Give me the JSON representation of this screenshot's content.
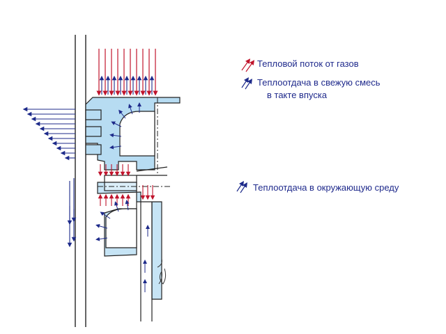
{
  "legend": {
    "gas_heat_flow": "Тепловой поток от газов",
    "fresh_charge_line1": "Теплоотдача в свежую смесь",
    "fresh_charge_line2": "в такте впуска",
    "environment": "Теплоотдача в окружающую среду"
  },
  "colors": {
    "gas_arrow": "#c0142c",
    "coolant_arrow": "#1d2a8a",
    "cooling_fill": "#b7dcf2",
    "outline": "#222222"
  },
  "icons": {
    "gas_legend": "red-double-arrow-icon",
    "intake_legend": "blue-double-arrow-icon",
    "environment_legend": "blue-double-arrow-icon"
  }
}
